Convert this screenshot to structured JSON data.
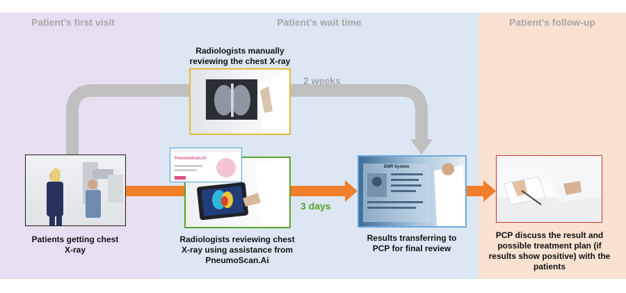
{
  "phases": {
    "first_visit": "Patient’s first visit",
    "wait_time": "Patient’s wait time",
    "follow_up": "Patient’s follow-up"
  },
  "durations": {
    "manual": "2 weeks",
    "assisted": "3 days"
  },
  "steps": {
    "xray": "Patients getting chest X-ray",
    "manual_review": "Radiologists manually reviewing the chest X-ray",
    "assisted_review": "Radiologists reviewing chest X-ray using assistance from PneumoScan.Ai",
    "transfer": "Results transferring to PCP for final review",
    "pcp": "PCP discuss the result and possible treatment plan (if results show positive) with the patients"
  },
  "screen": {
    "brand": "PneumoScan.Ai",
    "emr_label": "EMR System"
  },
  "colors": {
    "manual_path": "#bfbfbf",
    "assisted_path": "#f07e2a",
    "duration_manual": "#a6a6a6",
    "duration_assisted": "#5aa02c",
    "frame_xray": "#1a1a1a",
    "frame_manual": "#e8b838",
    "frame_assisted": "#5aa02c",
    "frame_transfer": "#6fa8dc",
    "frame_pcp": "#c9302c"
  }
}
